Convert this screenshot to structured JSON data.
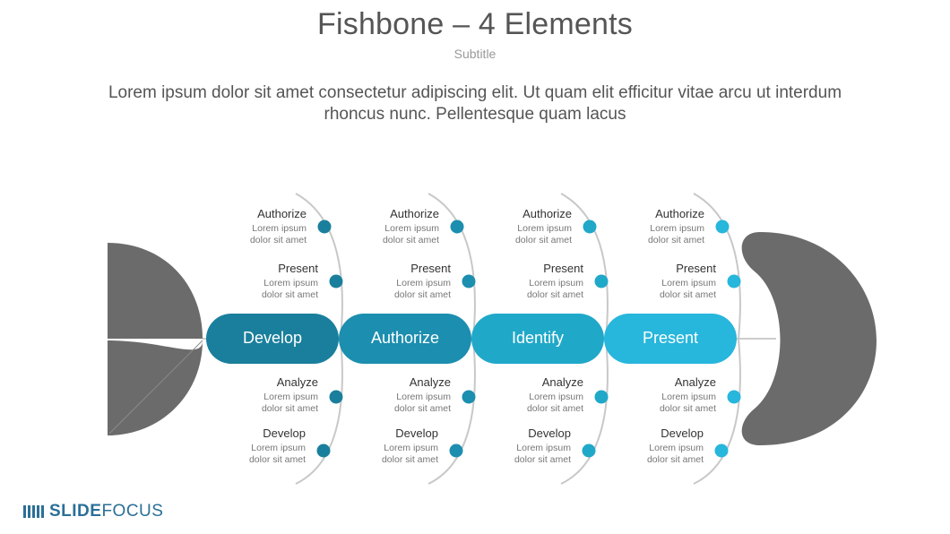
{
  "header": {
    "title": "Fishbone – 4 Elements",
    "subtitle": "Subtitle",
    "description": "Lorem ipsum dolor sit amet consectetur adipiscing elit. Ut quam elit efficitur vitae arcu ut interdum rhoncus nunc. Pellentesque quam lacus"
  },
  "colors": {
    "fish": "#6b6b6b",
    "spine": "#cccccc",
    "bone": "#c8c8c8",
    "elements": [
      "#1a7f9c",
      "#1c8eaf",
      "#20a8c9",
      "#27b6dc"
    ]
  },
  "elements": [
    {
      "label": "Develop",
      "top": [
        {
          "title": "Authorize",
          "text": "Lorem ipsum dolor sit amet"
        },
        {
          "title": "Present",
          "text": "Lorem ipsum dolor sit amet"
        }
      ],
      "bottom": [
        {
          "title": "Analyze",
          "text": "Lorem ipsum dolor sit amet"
        },
        {
          "title": "Develop",
          "text": "Lorem ipsum dolor sit amet"
        }
      ]
    },
    {
      "label": "Authorize",
      "top": [
        {
          "title": "Authorize",
          "text": "Lorem ipsum dolor sit amet"
        },
        {
          "title": "Present",
          "text": "Lorem ipsum dolor sit amet"
        }
      ],
      "bottom": [
        {
          "title": "Analyze",
          "text": "Lorem ipsum dolor sit amet"
        },
        {
          "title": "Develop",
          "text": "Lorem ipsum dolor sit amet"
        }
      ]
    },
    {
      "label": "Identify",
      "top": [
        {
          "title": "Authorize",
          "text": "Lorem ipsum dolor sit amet"
        },
        {
          "title": "Present",
          "text": "Lorem ipsum dolor sit amet"
        }
      ],
      "bottom": [
        {
          "title": "Analyze",
          "text": "Lorem ipsum dolor sit amet"
        },
        {
          "title": "Develop",
          "text": "Lorem ipsum dolor sit amet"
        }
      ]
    },
    {
      "label": "Present",
      "top": [
        {
          "title": "Authorize",
          "text": "Lorem ipsum dolor sit amet"
        },
        {
          "title": "Present",
          "text": "Lorem ipsum dolor sit amet"
        }
      ],
      "bottom": [
        {
          "title": "Analyze",
          "text": "Lorem ipsum dolor sit amet"
        },
        {
          "title": "Develop",
          "text": "Lorem ipsum dolor sit amet"
        }
      ]
    }
  ],
  "footer": {
    "logo_bold": "SLIDE",
    "logo_light": "FOCUS"
  }
}
